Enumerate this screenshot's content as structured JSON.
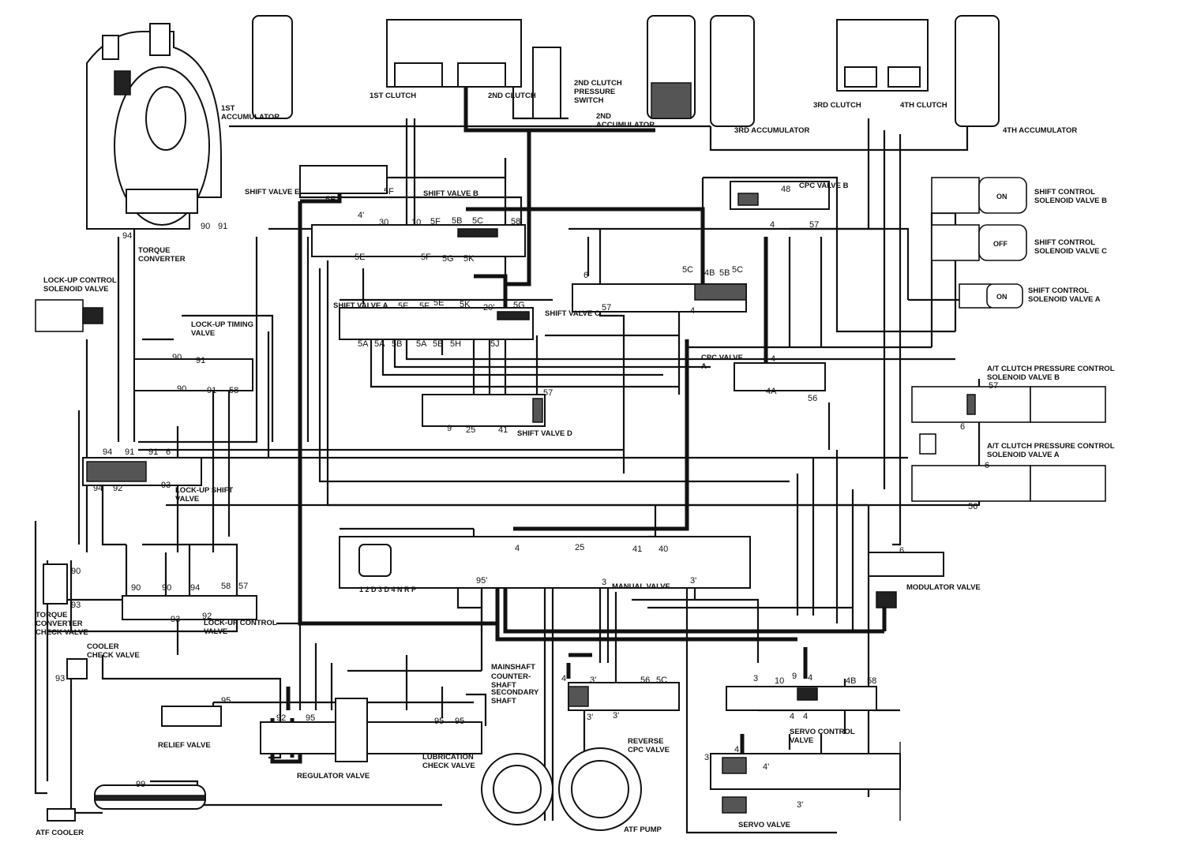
{
  "components": {
    "first_accumulator": "1ST\nACCUMULATOR",
    "first_clutch": "1ST CLUTCH",
    "second_clutch": "2ND CLUTCH",
    "second_clutch_pressure_switch": "2ND CLUTCH\nPRESSURE\nSWITCH",
    "second_accumulator": "2ND\nACCUMULATOR",
    "third_accumulator": "3RD ACCUMULATOR",
    "third_clutch": "3RD CLUTCH",
    "fourth_clutch": "4TH CLUTCH",
    "fourth_accumulator": "4TH ACCUMULATOR",
    "torque_converter": "TORQUE\nCONVERTER",
    "shift_valve_e": "SHIFT VALVE E",
    "shift_valve_b": "SHIFT VALVE B",
    "cpc_valve_b": "CPC VALVE B",
    "shift_control_solenoid_b": "SHIFT CONTROL\nSOLENOID VALVE B",
    "shift_control_solenoid_c": "SHIFT CONTROL\nSOLENOID VALVE C",
    "shift_control_solenoid_a": "SHIFT CONTROL\nSOLENOID VALVE A",
    "lockup_control_solenoid": "LOCK-UP CONTROL\nSOLENOID VALVE",
    "lockup_timing_valve": "LOCK-UP TIMING\nVALVE",
    "shift_valve_a": "SHIFT VALVE A",
    "shift_valve_c": "SHIFT VALVE C",
    "cpc_valve_a": "CPC VALVE\nA",
    "at_clutch_solenoid_b": "A/T CLUTCH PRESSURE CONTROL\nSOLENOID VALVE B",
    "at_clutch_solenoid_a": "A/T CLUTCH PRESSURE CONTROL\nSOLENOID VALVE A",
    "shift_valve_d": "SHIFT VALVE D",
    "lockup_shift_valve": "LOCK-UP SHIFT\nVALVE",
    "manual_valve": "MANUAL VALVE",
    "modulator_valve": "MODULATOR VALVE",
    "torque_converter_check_valve": "TORQUE\nCONVERTER\nCHECK VALVE",
    "lockup_control_valve": "LOCK-UP CONTROL\nVALVE",
    "cooler_check_valve": "COOLER\nCHECK VALVE",
    "mainshaft": "MAINSHAFT",
    "countershaft": "COUNTER-\nSHAFT",
    "secondary_shaft": "SECONDARY\nSHAFT",
    "relief_valve": "RELIEF VALVE",
    "regulator_valve": "REGULATOR VALVE",
    "lubrication_check_valve": "LUBRICATION\nCHECK VALVE",
    "reverse_cpc_valve": "REVERSE\nCPC VALVE",
    "servo_control_valve": "SERVO CONTROL\nVALVE",
    "atf_cooler": "ATF COOLER",
    "atf_pump": "ATF PUMP",
    "servo_valve": "SERVO VALVE"
  },
  "solenoid_states": {
    "b": "ON",
    "c": "OFF",
    "a": "ON"
  },
  "manual_positions": "1 2 D 3 D 4 N R P",
  "port_labels": [
    {
      "t": "5E"
    },
    {
      "t": "5F"
    },
    {
      "t": "4'"
    },
    {
      "t": "30"
    },
    {
      "t": "10"
    },
    {
      "t": "5F"
    },
    {
      "t": "5B"
    },
    {
      "t": "5C"
    },
    {
      "t": "58"
    },
    {
      "t": "5E"
    },
    {
      "t": "5F"
    },
    {
      "t": "5G"
    },
    {
      "t": "5K"
    },
    {
      "t": "5E"
    },
    {
      "t": "5F"
    },
    {
      "t": "5E"
    },
    {
      "t": "5K"
    },
    {
      "t": "20'"
    },
    {
      "t": "5G"
    },
    {
      "t": "5A"
    },
    {
      "t": "5A"
    },
    {
      "t": "5B"
    },
    {
      "t": "5A"
    },
    {
      "t": "5B"
    },
    {
      "t": "5H"
    },
    {
      "t": "5J"
    },
    {
      "t": "94"
    },
    {
      "t": "90"
    },
    {
      "t": "91"
    },
    {
      "t": "90"
    },
    {
      "t": "91"
    },
    {
      "t": "90"
    },
    {
      "t": "91"
    },
    {
      "t": "58"
    },
    {
      "t": "94"
    },
    {
      "t": "91"
    },
    {
      "t": "91"
    },
    {
      "t": "6"
    },
    {
      "t": "94"
    },
    {
      "t": "92"
    },
    {
      "t": "93"
    },
    {
      "t": "9"
    },
    {
      "t": "25"
    },
    {
      "t": "41"
    },
    {
      "t": "57"
    },
    {
      "t": "48"
    },
    {
      "t": "4"
    },
    {
      "t": "57"
    },
    {
      "t": "6"
    },
    {
      "t": "5C"
    },
    {
      "t": "4B"
    },
    {
      "t": "5B"
    },
    {
      "t": "5C"
    },
    {
      "t": "57"
    },
    {
      "t": "4"
    },
    {
      "t": "4"
    },
    {
      "t": "4A"
    },
    {
      "t": "56"
    },
    {
      "t": "57"
    },
    {
      "t": "6"
    },
    {
      "t": "6"
    },
    {
      "t": "56"
    },
    {
      "t": "90"
    },
    {
      "t": "93"
    },
    {
      "t": "90"
    },
    {
      "t": "90"
    },
    {
      "t": "94"
    },
    {
      "t": "58"
    },
    {
      "t": "57"
    },
    {
      "t": "92"
    },
    {
      "t": "93"
    },
    {
      "t": "4"
    },
    {
      "t": "25"
    },
    {
      "t": "41"
    },
    {
      "t": "40"
    },
    {
      "t": "95'"
    },
    {
      "t": "3"
    },
    {
      "t": "3'"
    },
    {
      "t": "6"
    },
    {
      "t": "93"
    },
    {
      "t": "95"
    },
    {
      "t": "92"
    },
    {
      "t": "95"
    },
    {
      "t": "95"
    },
    {
      "t": "95"
    },
    {
      "t": "99"
    },
    {
      "t": "4"
    },
    {
      "t": "3'"
    },
    {
      "t": "56"
    },
    {
      "t": "5C"
    },
    {
      "t": "3'"
    },
    {
      "t": "3'"
    },
    {
      "t": "3"
    },
    {
      "t": "10"
    },
    {
      "t": "9"
    },
    {
      "t": "4"
    },
    {
      "t": "4B"
    },
    {
      "t": "58"
    },
    {
      "t": "4"
    },
    {
      "t": "4"
    },
    {
      "t": "4"
    },
    {
      "t": "4'"
    },
    {
      "t": "3"
    },
    {
      "t": "3'"
    }
  ]
}
